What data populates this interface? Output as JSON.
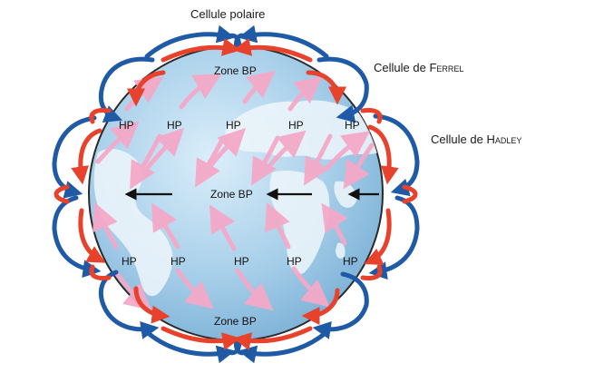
{
  "labels": {
    "polar_cell": "Cellule polaire",
    "ferrel_cell_prefix": "Cellule de ",
    "ferrel_cell_name": "Ferrel",
    "hadley_cell_prefix": "Cellule de ",
    "hadley_cell_name": "Hadley"
  },
  "zones": {
    "north": "Zone BP",
    "equator": "Zone BP",
    "south": "Zone BP"
  },
  "high_pressure": {
    "north": [
      "HP",
      "HP",
      "HP",
      "HP",
      "HP"
    ],
    "south": [
      "HP",
      "HP",
      "HP",
      "HP",
      "HP"
    ]
  },
  "colors": {
    "rising_warm_air": "#e8412c",
    "sinking_cool_air": "#1f5aa6",
    "surface_wind": "#f4a9c8",
    "ocean": "#b9d9ee",
    "land": "#e9f3f9",
    "arrow": "#111111"
  }
}
